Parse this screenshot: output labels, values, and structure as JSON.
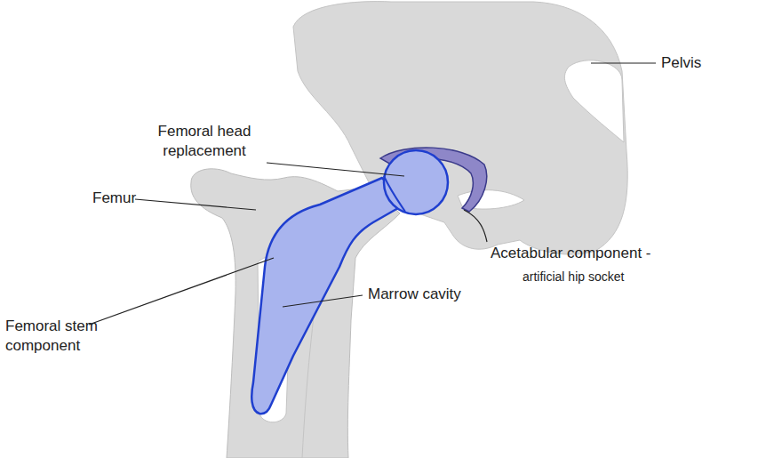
{
  "diagram": {
    "labels": [
      "Pelvis",
      "Femoral head replacement",
      "Femur",
      "Acetabular component -",
      "artificial hip socket",
      "Femoral stem component",
      "Marrow cavity"
    ]
  }
}
